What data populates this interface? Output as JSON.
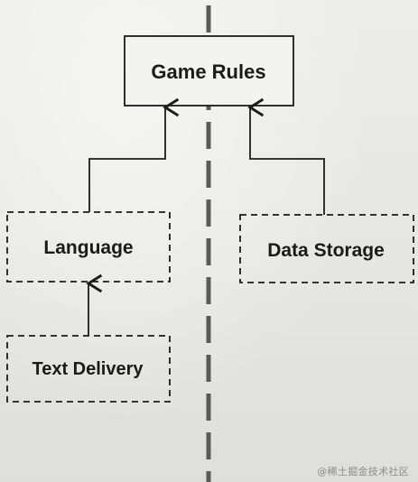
{
  "diagram": {
    "nodes": {
      "game_rules": "Game Rules",
      "language": "Language",
      "text_delivery": "Text Delivery",
      "data_storage": "Data Storage"
    }
  },
  "watermark": "@稀土掘金技术社区",
  "colors": {
    "background": "#e9e9e6",
    "ink": "#1b1b1b",
    "divider": "#5a5a5a",
    "watermark": "#8b8b8b"
  }
}
